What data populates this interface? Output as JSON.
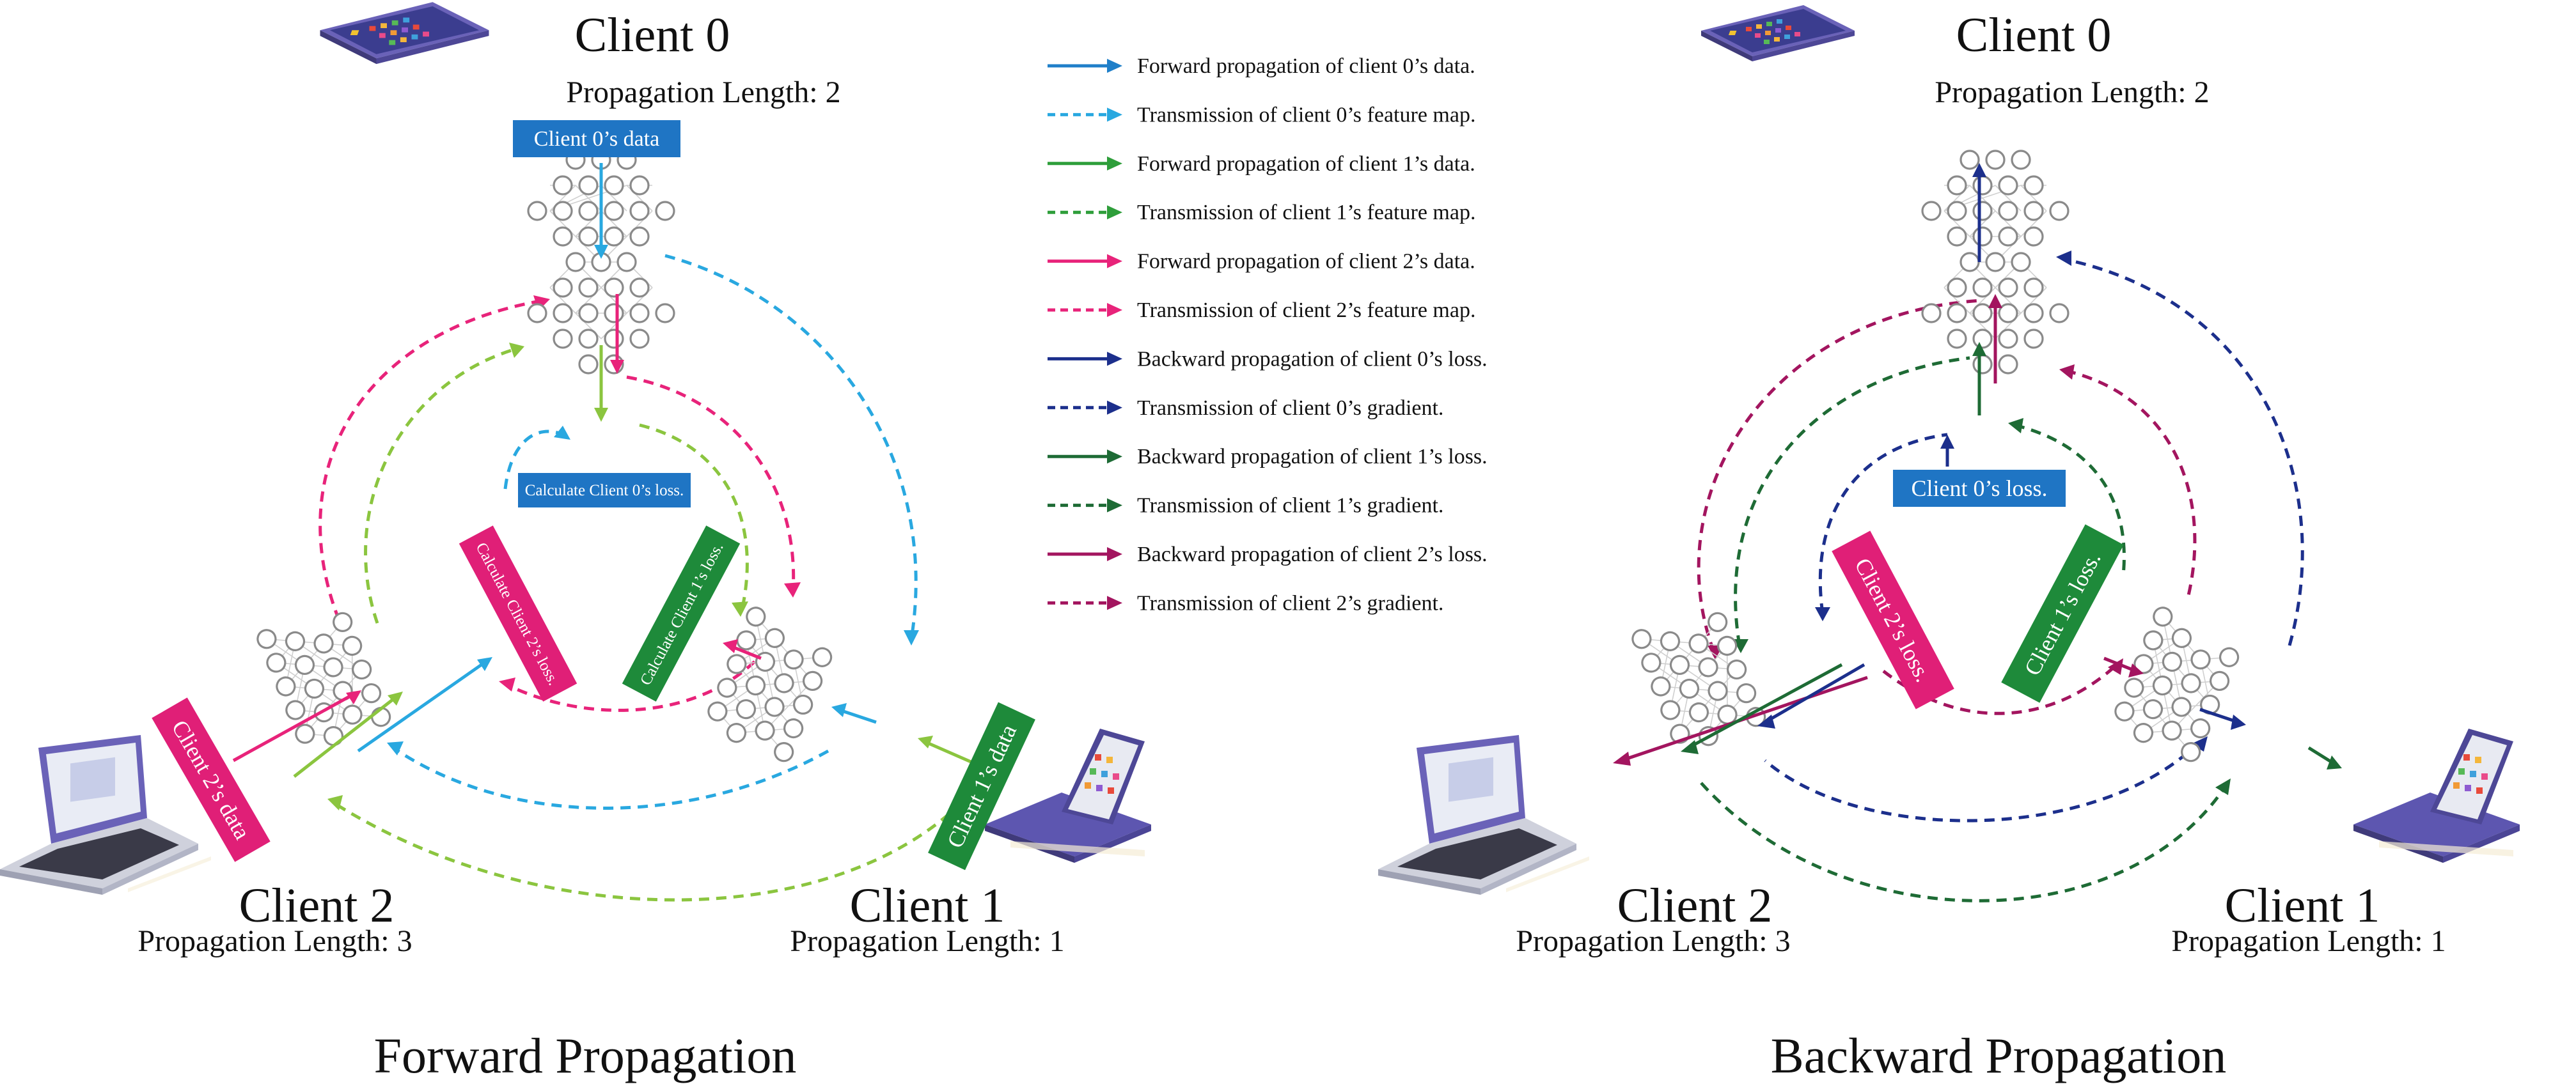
{
  "colors": {
    "c0_forward": "#1f7fc9",
    "c0_trans": "#29a8e0",
    "c1_forward": "#2e9e3a",
    "c1_trans": "#8bc53f",
    "c2_forward": "#e8237a",
    "c2_trans": "#e8237a",
    "c0_backward": "#1c2f8c",
    "c1_backward": "#1e6b35",
    "c2_backward": "#a3155f",
    "box_c0": "#1f75c4",
    "box_c1": "#1e8a3a",
    "box_c2": "#e01f77",
    "node_stroke": "#8a8a8a",
    "edge": "#c8c8c8"
  },
  "legend": [
    {
      "label": "Forward propagation of client 0’s data.",
      "color": "#1f7fc9",
      "dashed": false
    },
    {
      "label": "Transmission of client 0’s feature map.",
      "color": "#29a8e0",
      "dashed": true
    },
    {
      "label": "Forward propagation of client 1’s data.",
      "color": "#2e9e3a",
      "dashed": false
    },
    {
      "label": "Transmission of client 1’s feature map.",
      "color": "#2e9e3a",
      "dashed": true
    },
    {
      "label": "Forward propagation of client 2’s data.",
      "color": "#e8237a",
      "dashed": false
    },
    {
      "label": "Transmission of client 2’s feature map.",
      "color": "#e8237a",
      "dashed": true
    },
    {
      "label": "Backward propagation of client 0’s loss.",
      "color": "#1c2f8c",
      "dashed": false
    },
    {
      "label": "Transmission of client 0’s gradient.",
      "color": "#1c2f8c",
      "dashed": true
    },
    {
      "label": "Backward propagation of client 1’s loss.",
      "color": "#1e6b35",
      "dashed": false
    },
    {
      "label": "Transmission of client 1’s gradient.",
      "color": "#1e6b35",
      "dashed": true
    },
    {
      "label": "Backward propagation of client 2’s loss.",
      "color": "#a3155f",
      "dashed": false
    },
    {
      "label": "Transmission of client 2’s gradient.",
      "color": "#a3155f",
      "dashed": true
    }
  ],
  "forward": {
    "title": "Forward Propagation",
    "client0": {
      "name": "Client 0",
      "length": "Propagation Length: 2"
    },
    "client1": {
      "name": "Client 1",
      "length": "Propagation Length: 1"
    },
    "client2": {
      "name": "Client 2",
      "length": "Propagation Length: 3"
    },
    "c0_data": "Client 0’s data",
    "c1_data": "Client 1’s data",
    "c2_data": "Client 2’s data",
    "c0_loss": "Calculate Client 0’s loss.",
    "c1_loss": "Calculate Client 1’s loss.",
    "c2_loss": "Calculate Client 2’s loss."
  },
  "backward": {
    "title": "Backward Propagation",
    "client0": {
      "name": "Client 0",
      "length": "Propagation Length: 2"
    },
    "client1": {
      "name": "Client 1",
      "length": "Propagation Length: 1"
    },
    "client2": {
      "name": "Client 2",
      "length": "Propagation Length: 3"
    },
    "c0_loss": "Client 0’s loss.",
    "c1_loss": "Client 1’s loss.",
    "c2_loss": "Client 2’s loss."
  },
  "icons": [
    "phone-icon",
    "tablet-icon",
    "laptop-icon"
  ]
}
